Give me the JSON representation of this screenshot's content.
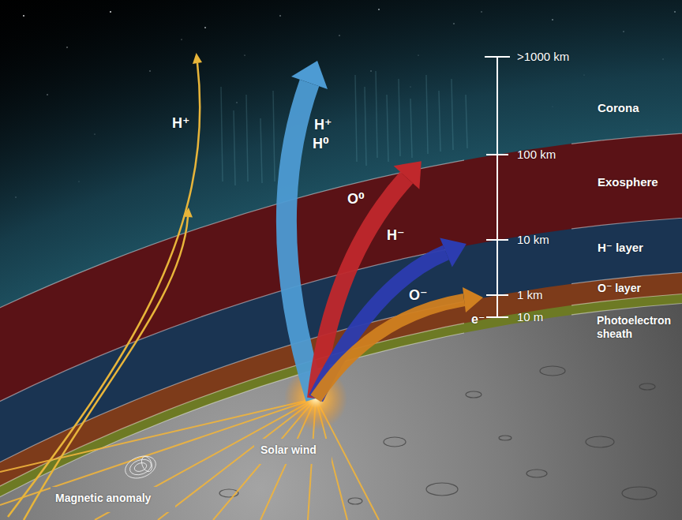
{
  "diagram": {
    "labels": [
      ">1000 km",
      "100 km",
      "10 km",
      "1 km",
      "10 m",
      "Corona",
      "Exosphere",
      "H⁻ layer",
      "O⁻ layer",
      "Photoelectron sheath",
      "H⁺",
      "H⁺",
      "H⁰",
      "O⁰",
      "H⁻",
      "O⁻",
      "e⁻",
      "Solar wind",
      "Magnetic anomaly"
    ]
  }
}
